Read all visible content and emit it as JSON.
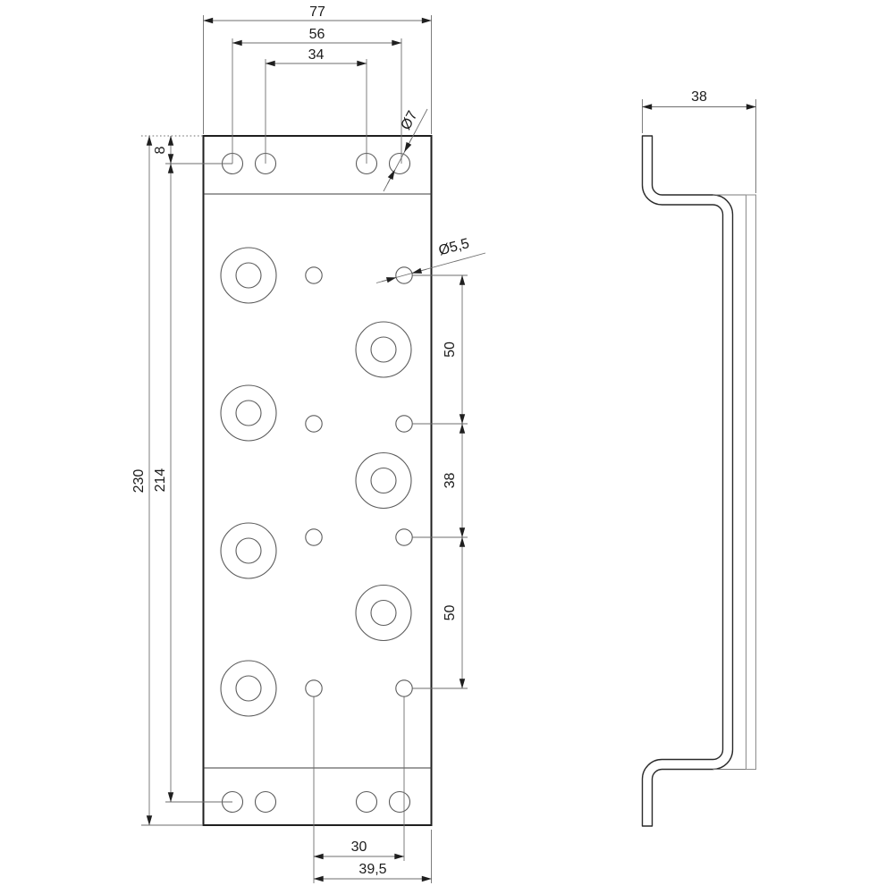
{
  "drawing": {
    "front_view": {
      "dims": {
        "width_overall": "77",
        "width_outer_holes": "56",
        "width_inner_holes": "34",
        "flange_hole_dia": "Ø7",
        "small_hole_dia": "Ø5,5",
        "edge_to_hole_row": "8",
        "height_overall": "230",
        "height_hole_span": "214",
        "right_spacing_top": "50",
        "right_spacing_mid": "38",
        "right_spacing_bottom": "50",
        "bottom_hole_to_hole": "30",
        "bottom_hole_to_edge": "39,5"
      }
    },
    "side_view": {
      "dims": {
        "depth_overall": "38"
      }
    },
    "colors": {
      "background": "#ffffff",
      "outline": "#1f1f1f",
      "dimension_lines": "#6e6e6e",
      "text": "#1c1c1c"
    }
  }
}
